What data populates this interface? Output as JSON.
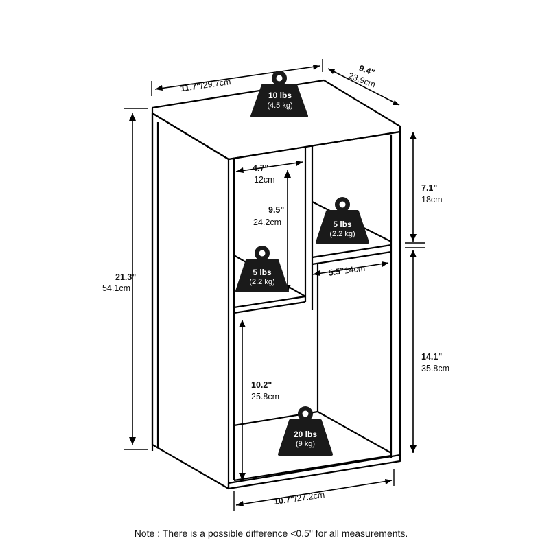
{
  "dimensions": {
    "top_width": {
      "in": "11.7\"",
      "cm": "/29.7cm"
    },
    "depth": {
      "in": "9.4\"",
      "cm": "23.9cm"
    },
    "height": {
      "in": "21.3\"",
      "cm": "54.1cm"
    },
    "upper_left_width": {
      "in": "4.7\"",
      "cm": "12cm"
    },
    "upper_left_height": {
      "in": "9.5\"",
      "cm": "24.2cm"
    },
    "upper_right_height": {
      "in": "7.1\"",
      "cm": "18cm"
    },
    "middle_right_width": {
      "in": "5.5\"",
      "cm": "14cm"
    },
    "lower_right_height": {
      "in": "14.1\"",
      "cm": "35.8cm"
    },
    "bottom_height": {
      "in": "10.2\"",
      "cm": "25.8cm"
    },
    "bottom_width": {
      "in": "10.7\"",
      "cm": "/27.2cm"
    }
  },
  "weights": {
    "top": {
      "lbs": "10 lbs",
      "kg": "(4.5 kg)"
    },
    "upper_right": {
      "lbs": "5 lbs",
      "kg": "(2.2 kg)"
    },
    "middle_left": {
      "lbs": "5 lbs",
      "kg": "(2.2 kg)"
    },
    "bottom": {
      "lbs": "20 lbs",
      "kg": "(9 kg)"
    }
  },
  "note": "Note : There is a possible difference <0.5\" for all measurements."
}
